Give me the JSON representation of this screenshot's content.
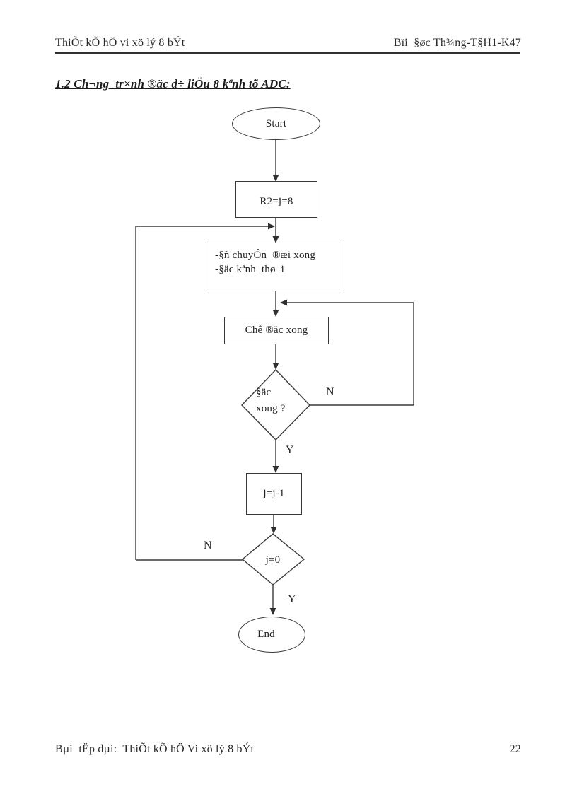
{
  "header": {
    "left": "ThiÕt kÕ hÖ vi xö lý 8 bÝt",
    "right": "Bïi  §øc Th¾ng-T§H1-K47"
  },
  "section_title": "1.2 Ch¬ng  tr×nh ®äc d÷ liÖu 8 kªnh tõ ADC:",
  "flowchart": {
    "start_label": "Start",
    "init_label": "R2=j=8",
    "process_line1": "-§ñ chuyÓn  ®æi xong",
    "process_line2": "-§äc kªnh  thø  i",
    "wait_label": "Chê ®äc xong",
    "decision1_line1": "§äc",
    "decision1_line2": "xong ?",
    "decision1_no": "N",
    "decision1_yes": "Y",
    "decrement_label": "j=j-1",
    "decision2_label": "j=0",
    "decision2_no": "N",
    "decision2_yes": "Y",
    "end_label": "End"
  },
  "footer": {
    "left": "Bµi  tËp dµi:  ThiÕt kÕ hÖ Vi xö lý 8 bÝt",
    "page_number": "22"
  },
  "colors": {
    "ink": "#2f2f2f",
    "background": "#ffffff"
  }
}
